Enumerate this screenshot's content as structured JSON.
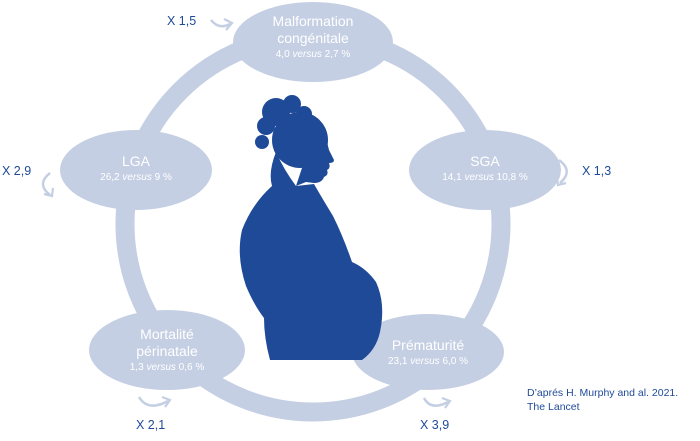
{
  "colors": {
    "ring": "#c5cfe3",
    "node_fill": "#c5cfe3",
    "silhouette": "#1f4a98",
    "text_dark": "#1f4a98",
    "node_text": "#ffffff"
  },
  "nodes": [
    {
      "id": "malformation",
      "label_lines": [
        "Malformation",
        "congénitale"
      ],
      "value_a": "4,0",
      "versus": "versus",
      "value_b": "2,7 %",
      "factor": "X 1,5"
    },
    {
      "id": "sga",
      "label_lines": [
        "SGA"
      ],
      "value_a": "14,1",
      "versus": "versus",
      "value_b": "10,8 %",
      "factor": "X 1,3"
    },
    {
      "id": "prematurite",
      "label_lines": [
        "Prématurité"
      ],
      "value_a": "23,1",
      "versus": "versus",
      "value_b": "6,0 %",
      "factor": "X 3,9"
    },
    {
      "id": "mortalite",
      "label_lines": [
        "Mortalité",
        "périnatale"
      ],
      "value_a": "1,3",
      "versus": "versus",
      "value_b": "0,6 %",
      "factor": "X 2,1"
    },
    {
      "id": "lga",
      "label_lines": [
        "LGA"
      ],
      "value_a": "26,2",
      "versus": "versus",
      "value_b": "9 %",
      "factor": "X 2,9"
    }
  ],
  "credit": {
    "line1": "D’aprés H. Murphy and al. 2021.",
    "line2": "The Lancet"
  },
  "icons": {
    "center": "pregnant-woman-silhouette-icon",
    "factor_arrow": "curved-arrow-icon"
  }
}
